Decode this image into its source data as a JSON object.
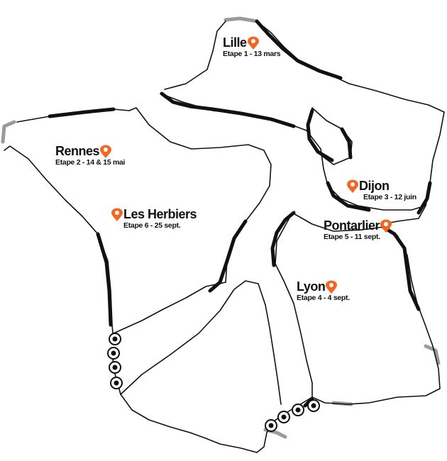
{
  "map": {
    "accent_color": "#f26522",
    "outline_color": "#111111",
    "shadow_color": "#9a9a9a",
    "marker_icon": "location-pin-icon",
    "stages": [
      {
        "key": "lille",
        "city": "Lille",
        "date": "Etape 1 - 13 mars",
        "pin_side": "right"
      },
      {
        "key": "rennes",
        "city": "Rennes",
        "date": "Etape 2 - 14 & 15 mai",
        "pin_side": "right"
      },
      {
        "key": "dijon",
        "city": "Dijon",
        "date": "Etape 3 - 12 juin",
        "pin_side": "left"
      },
      {
        "key": "lyon",
        "city": "Lyon",
        "date": "Etape 4 - 4 sept.",
        "pin_side": "right"
      },
      {
        "key": "pontarlier",
        "city": "Pontarlier",
        "date": "Etape 5 - 11 sept.",
        "pin_side": "right"
      },
      {
        "key": "les-herbiers",
        "city": "Les Herbiers",
        "date": "Etape 6 - 25 sept.",
        "pin_side": "left"
      }
    ]
  }
}
